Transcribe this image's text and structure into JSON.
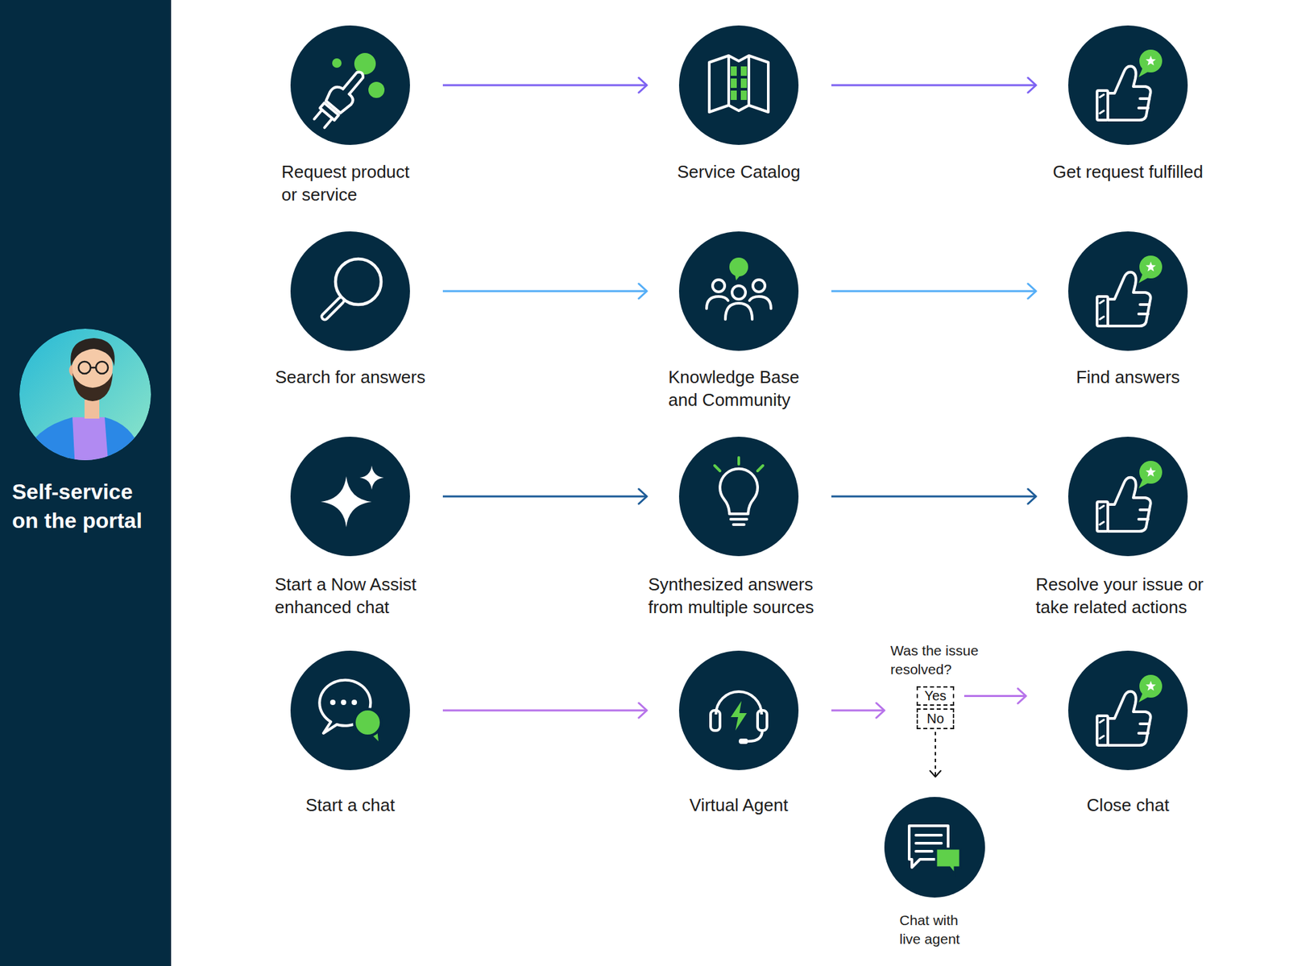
{
  "diagram": {
    "nodes": [
      {
        "text": [
          "Self-service on the portal"
        ]
      },
      {
        "text": [
          "Request product or service"
        ]
      },
      {
        "text": [
          "Service Catalog"
        ]
      },
      {
        "text": [
          "Get request fulfilled"
        ]
      },
      {
        "text": [
          "Search for answers"
        ]
      },
      {
        "text": [
          "Knowledge Base and Community"
        ]
      },
      {
        "text": [
          "Find answers"
        ]
      },
      {
        "text": [
          "Start a Now Assist enhanced chat"
        ]
      },
      {
        "text": [
          "Synthesized answers from multiple sources"
        ]
      },
      {
        "text": [
          "Resolve your issue or take related actions"
        ]
      },
      {
        "text": [
          "Start a chat"
        ]
      },
      {
        "text": [
          "Virtual Agent"
        ]
      },
      {
        "text": [
          "Was the issue resolved?"
        ]
      },
      {
        "text": [
          "Yes"
        ],
        "in": 12
      },
      {
        "text": [
          "No"
        ],
        "in": 12
      },
      {
        "text": [
          "Close chat"
        ]
      },
      {
        "text": [
          "Chat with live agent"
        ]
      }
    ],
    "edges": [
      {
        "from": 1,
        "to": 2,
        "arrow": "to"
      },
      {
        "from": 2,
        "to": 3,
        "arrow": "to"
      },
      {
        "from": 4,
        "to": 5,
        "arrow": "to"
      },
      {
        "from": 5,
        "to": 6,
        "arrow": "to"
      },
      {
        "from": 7,
        "to": 8,
        "arrow": "to"
      },
      {
        "from": 8,
        "to": 9,
        "arrow": "to"
      },
      {
        "from": 10,
        "to": 11,
        "arrow": "to"
      },
      {
        "from": 11,
        "to": 12,
        "arrow": "to"
      },
      {
        "from": 13,
        "to": 15,
        "arrow": "to"
      },
      {
        "from": 14,
        "to": 16,
        "arrow": "to"
      }
    ]
  }
}
